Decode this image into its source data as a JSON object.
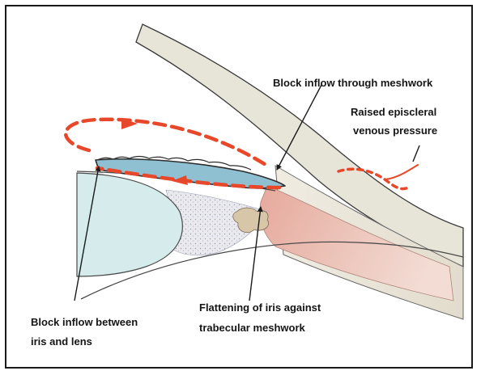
{
  "labels": {
    "block_meshwork": "Block inflow through meshwork",
    "raised_venous_line1": "Raised episcleral",
    "raised_venous_line2": "venous pressure",
    "flattening_line1": "Flattening of iris against",
    "flattening_line2": "trabecular meshwork",
    "block_iris_line1": "Block inflow between",
    "block_iris_line2": "iris and lens"
  },
  "colors": {
    "frame": "#1a1a1a",
    "cornea": "#e7e4d8",
    "sclera": "#ebe6da",
    "lens": "#d6ecec",
    "iris": "#8fc0d2",
    "ciliary": "#e6b8ad",
    "flow_arrow": "#e8482a",
    "leader": "#1a1a1a"
  }
}
